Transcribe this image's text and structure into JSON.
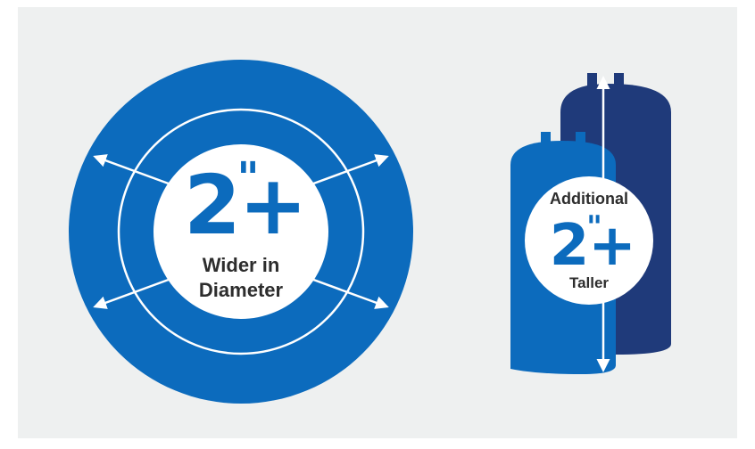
{
  "colors": {
    "background": "#eef0f0",
    "brand_blue": "#0c6bbd",
    "dark_blue": "#1f3a7a",
    "white": "#ffffff"
  },
  "diameter_graphic": {
    "value": "2",
    "inch_mark": "\"",
    "plus": "+",
    "line1": "Wider in",
    "line2": "Diameter"
  },
  "height_graphic": {
    "top_label": "Additional",
    "value": "2",
    "inch_mark": "\"",
    "plus": "+",
    "bottom_label": "Taller"
  },
  "icons": [
    "outward-arrow-icon",
    "vertical-double-arrow-icon",
    "water-tank-icon"
  ]
}
